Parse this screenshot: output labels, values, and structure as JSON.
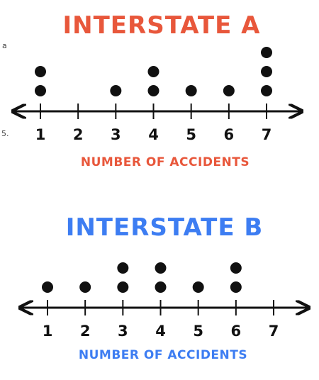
{
  "chart_data": [
    {
      "type": "dot-plot",
      "title": "INTERSTATE A",
      "xlabel": "NUMBER OF ACCIDENTS",
      "ticks": [
        1,
        2,
        3,
        4,
        5,
        6,
        7
      ],
      "xlim": [
        1,
        7
      ],
      "points": [
        {
          "x": 1,
          "count": 2
        },
        {
          "x": 3,
          "count": 1
        },
        {
          "x": 4,
          "count": 2
        },
        {
          "x": 5,
          "count": 1
        },
        {
          "x": 6,
          "count": 1
        },
        {
          "x": 7,
          "count": 3
        }
      ],
      "color": "#e8573b"
    },
    {
      "type": "dot-plot",
      "title": "INTERSTATE B",
      "xlabel": "NUMBER OF ACCIDENTS",
      "ticks": [
        1,
        2,
        3,
        4,
        5,
        6,
        7
      ],
      "xlim": [
        1,
        7
      ],
      "points": [
        {
          "x": 1,
          "count": 1
        },
        {
          "x": 2,
          "count": 1
        },
        {
          "x": 3,
          "count": 2
        },
        {
          "x": 4,
          "count": 2
        },
        {
          "x": 5,
          "count": 1
        },
        {
          "x": 6,
          "count": 2
        }
      ],
      "color": "#3d7df2"
    }
  ],
  "edge_fragments": [
    "a",
    "5."
  ]
}
